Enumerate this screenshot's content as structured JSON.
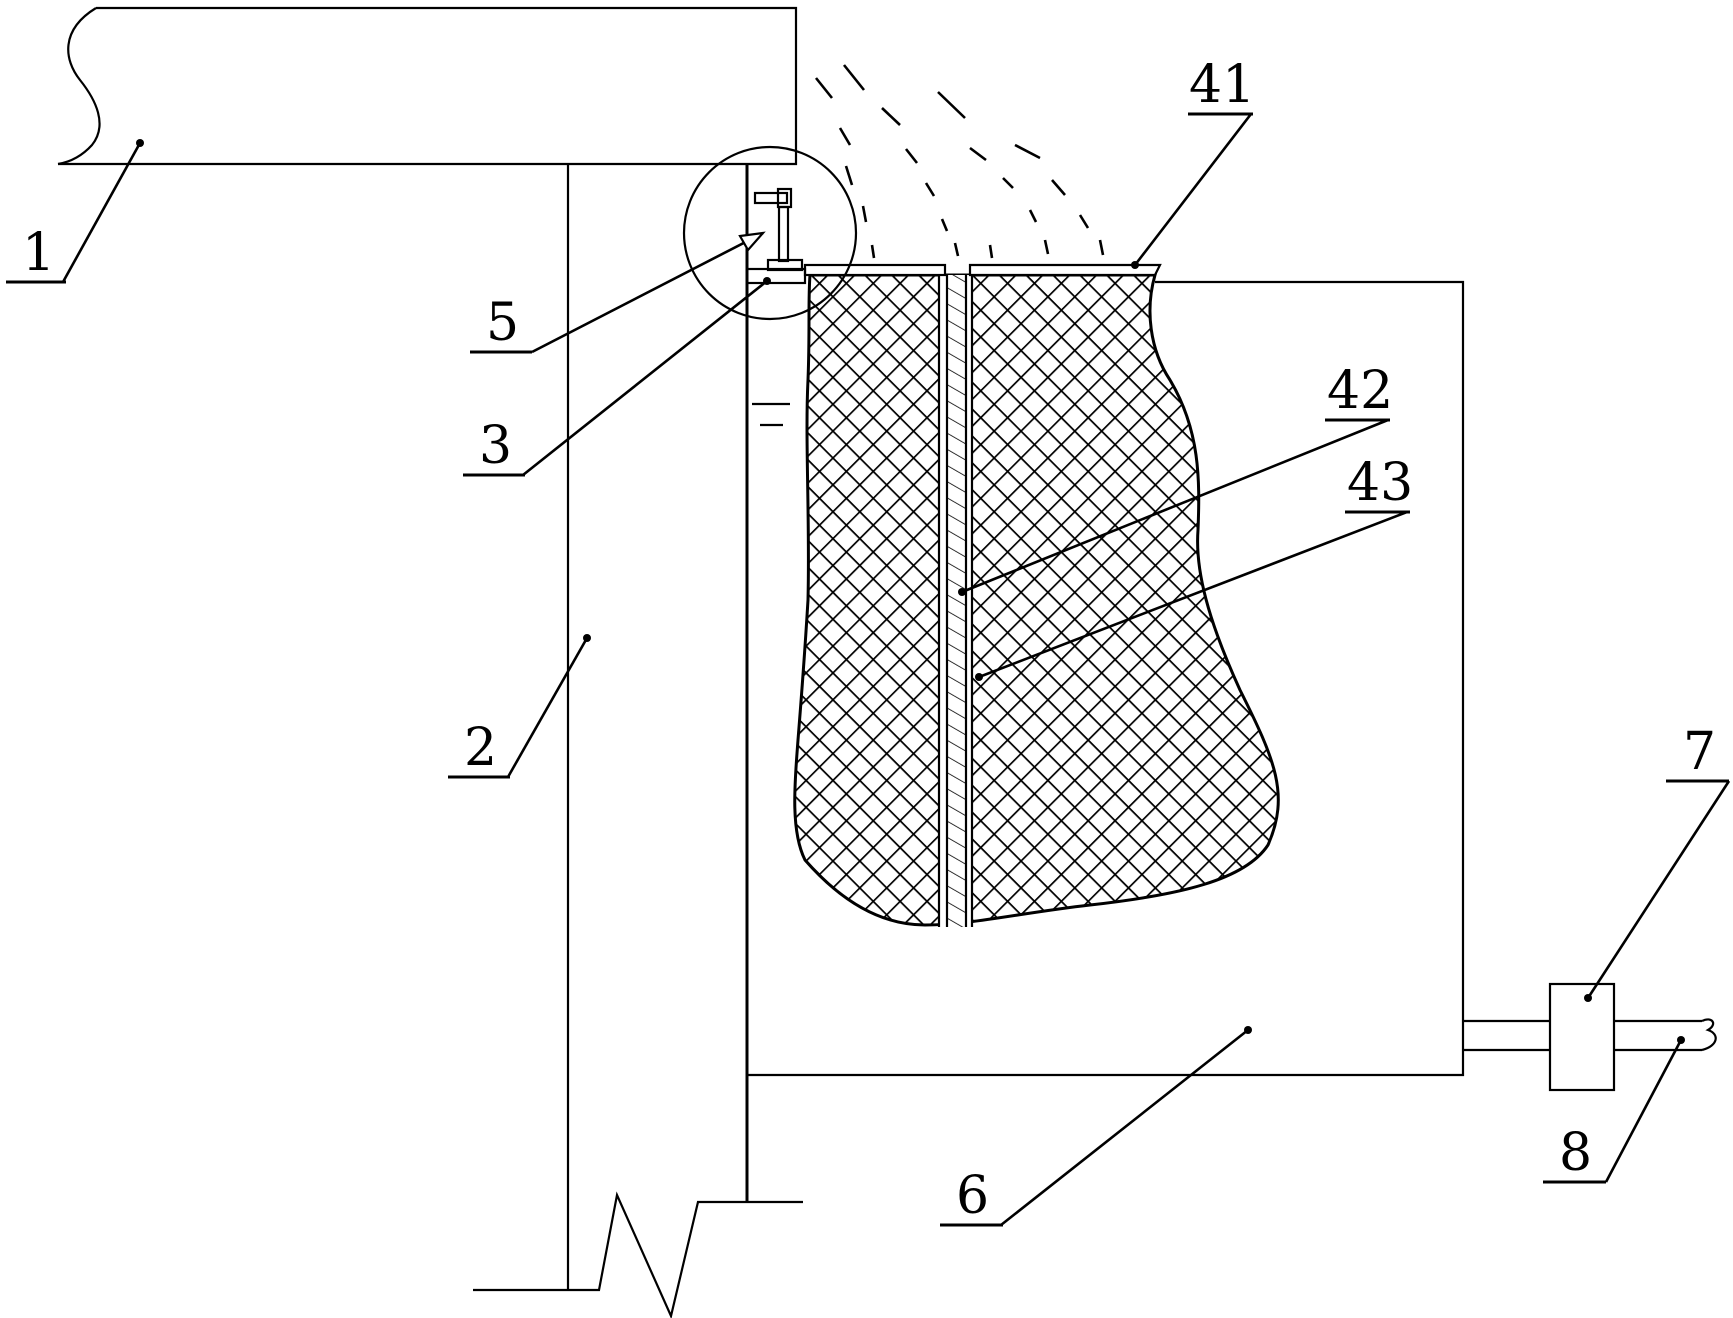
{
  "labels": {
    "l1": "1",
    "l2": "2",
    "l3": "3",
    "l5": "5",
    "l6": "6",
    "l7": "7",
    "l8": "8",
    "l41": "41",
    "l42": "42",
    "l43": "43"
  },
  "colors": {
    "line": "#000000",
    "background": "#ffffff"
  }
}
